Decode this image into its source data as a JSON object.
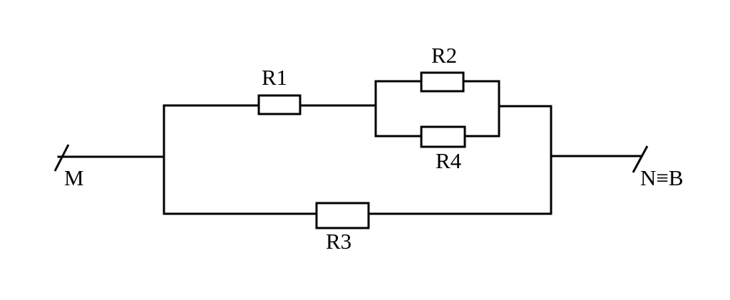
{
  "labels": {
    "r1": "R1",
    "r2": "R2",
    "r3": "R3",
    "r4": "R4",
    "terminal_left": "M",
    "terminal_right": "N≡B"
  },
  "colors": {
    "stroke": "#000000",
    "background": "#ffffff"
  }
}
